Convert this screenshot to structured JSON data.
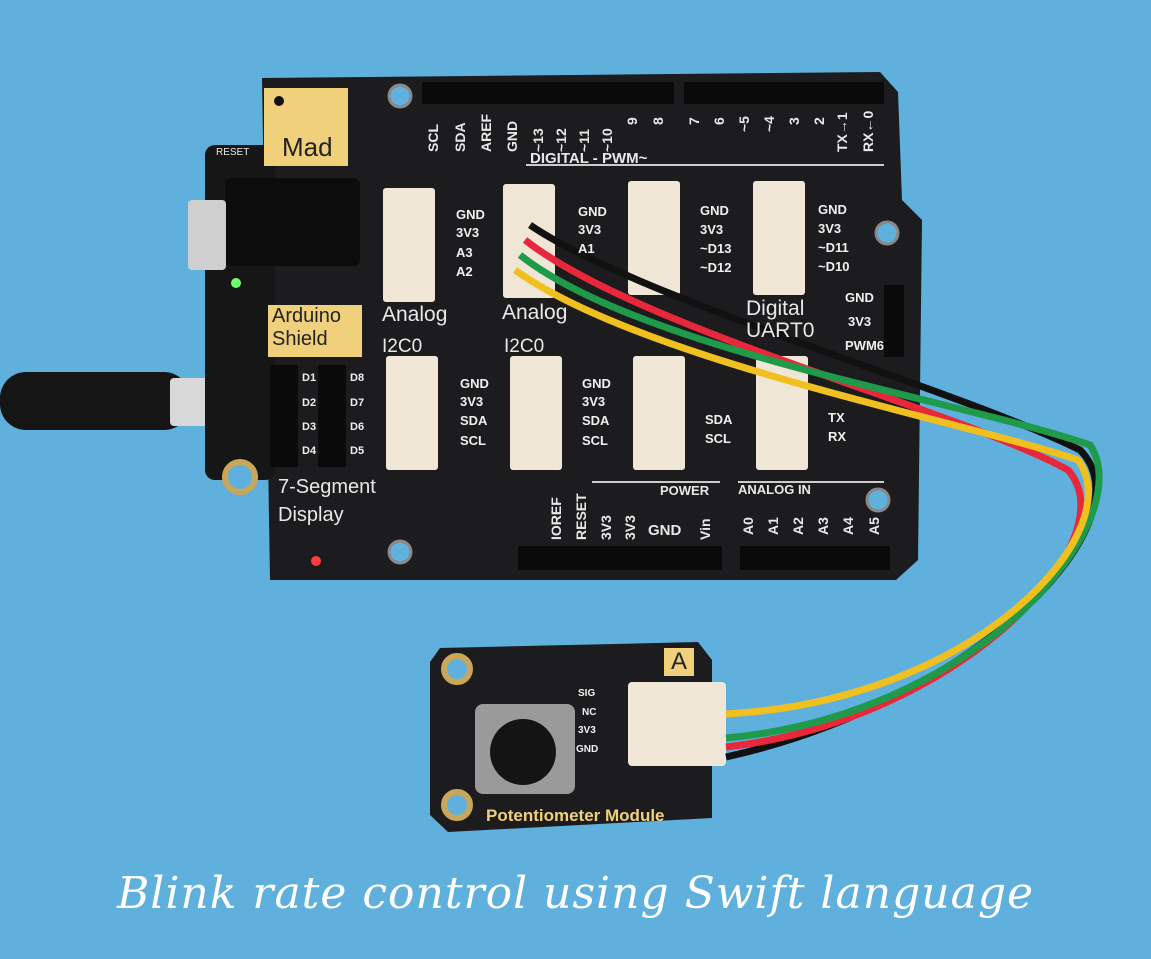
{
  "caption": "Blink rate control using Swift language",
  "board": {
    "tag_mad": "Mad",
    "tag_shield": [
      "Arduino",
      "Shield"
    ],
    "reset_label": "RESET",
    "digital_bar": "DIGITAL - PWM~",
    "power_bar": "POWER",
    "analog_in_bar": "ANALOG IN",
    "top_pins": [
      "SCL",
      "SDA",
      "AREF",
      "GND",
      "~13",
      "~12",
      "~11",
      "~10",
      "9",
      "8",
      "7",
      "6",
      "~5",
      "~4",
      "3",
      "2",
      "TX→1",
      "RX←0"
    ],
    "bottom_pins": [
      "IOREF",
      "RESET",
      "3V3",
      "3V3",
      "GND",
      "Vin",
      "A0",
      "A1",
      "A2",
      "A3",
      "A4",
      "A5"
    ],
    "connectors": [
      {
        "pins": [
          "GND",
          "3V3",
          "A3",
          "A2"
        ],
        "label": "Analog"
      },
      {
        "pins": [
          "GND",
          "3V3",
          "A1",
          ""
        ],
        "label": "Analog"
      },
      {
        "pins": [
          "GND",
          "3V3",
          "~D13",
          "~D12"
        ],
        "label": ""
      },
      {
        "pins": [
          "GND",
          "3V3",
          "~D11",
          "~D10"
        ],
        "label": "Digital UART0"
      }
    ],
    "i2c": [
      {
        "pins": [
          "GND",
          "3V3",
          "SDA",
          "SCL"
        ],
        "label": "I2C0"
      },
      {
        "pins": [
          "GND",
          "3V3",
          "SDA",
          "SCL"
        ],
        "label": "I2C0"
      },
      {
        "pins": [
          "",
          "",
          "SDA",
          "SCL"
        ],
        "label": ""
      },
      {
        "pins": [
          "",
          "",
          "TX",
          "RX"
        ],
        "label": ""
      }
    ],
    "servo_pins": [
      "GND",
      "3V3",
      "PWM6"
    ],
    "seg_pins_left": [
      "D1",
      "D2",
      "D3",
      "D4"
    ],
    "seg_pins_right": [
      "D8",
      "D7",
      "D6",
      "D5"
    ],
    "seg_label": [
      "7-Segment",
      "Display"
    ]
  },
  "module": {
    "tag": "A",
    "pins": [
      "SIG",
      "NC",
      "3V3",
      "GND"
    ],
    "name": "Potentiometer Module"
  },
  "colors": {
    "background": "#5fb0dc",
    "pcb": "#1c1c1e",
    "tag": "#f0d07a",
    "wire_black": "#111111",
    "wire_red": "#e8283a",
    "wire_green": "#1f9a4a",
    "wire_yellow": "#f0c020"
  }
}
